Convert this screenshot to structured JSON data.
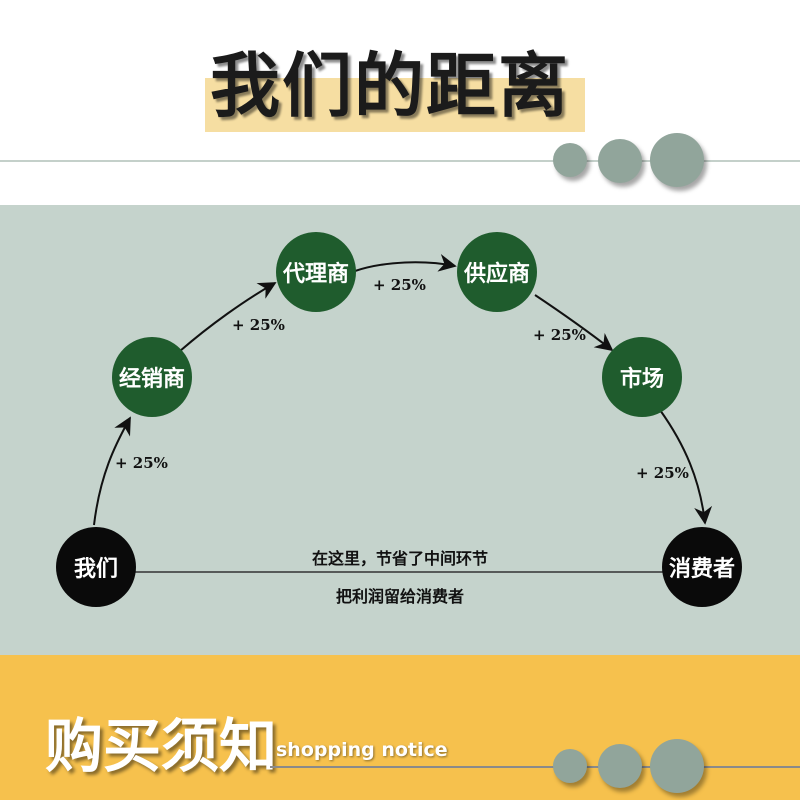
{
  "header": {
    "title": "我们的距离"
  },
  "diagram": {
    "nodes": {
      "start": "我们",
      "n1": "经销商",
      "n2": "代理商",
      "n3": "供应商",
      "n4": "市场",
      "end": "消费者"
    },
    "markups": [
      "+ 25%",
      "+ 25%",
      "+ 25%",
      "+ 25%",
      "+ 25%"
    ],
    "note_line1": "在这里，节省了中间环节",
    "note_line2": "把利润留给消费者"
  },
  "footer": {
    "title": "购买须知",
    "subtitle": "shopping notice"
  },
  "colors": {
    "node_green": "#1f5c2d",
    "node_black": "#0a0a0a",
    "diagram_bg": "#c5d3cc",
    "footer_bg": "#f6c14d",
    "title_highlight": "#f6dea2",
    "dot": "#91a59b"
  }
}
